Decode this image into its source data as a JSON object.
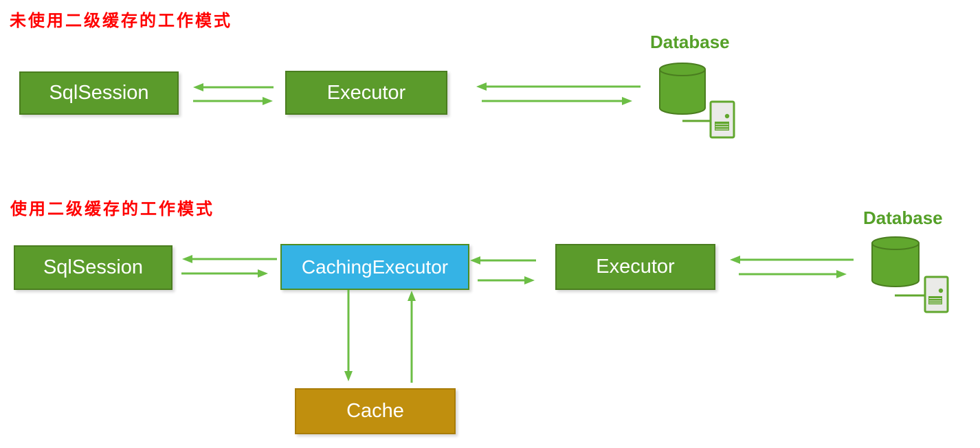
{
  "colors": {
    "title_red": "#ff0000",
    "component_green_fill": "#5b9b2b",
    "component_green_border": "#4a7d1f",
    "caching_executor_cyan_fill": "#35b3e5",
    "caching_executor_border": "#4e8d22",
    "cache_gold_fill": "#c08f0e",
    "cache_gold_border": "#a87c08",
    "arrow_green": "#6cbe45",
    "database_icon_green": "#61a72e",
    "database_label_green": "#55a028"
  },
  "icons": {
    "database": "database-cylinder-icon",
    "database_peripheral": "database-connector-card-icon"
  },
  "section1": {
    "title": "未使用二级缓存的工作模式",
    "sqlsession_label": "SqlSession",
    "executor_label": "Executor",
    "database_label": "Database",
    "connections": [
      {
        "from": "SqlSession",
        "to": "Executor",
        "bidirectional": true
      },
      {
        "from": "Executor",
        "to": "Database",
        "bidirectional": true
      }
    ]
  },
  "section2": {
    "title": "使用二级缓存的工作模式",
    "sqlsession_label": "SqlSession",
    "caching_executor_label": "CachingExecutor",
    "executor_label": "Executor",
    "database_label": "Database",
    "cache_label": "Cache",
    "connections": [
      {
        "from": "SqlSession",
        "to": "CachingExecutor",
        "bidirectional": true
      },
      {
        "from": "CachingExecutor",
        "to": "Executor",
        "bidirectional": true
      },
      {
        "from": "Executor",
        "to": "Database",
        "bidirectional": true
      },
      {
        "from": "CachingExecutor",
        "to": "Cache",
        "bidirectional": true
      }
    ]
  }
}
